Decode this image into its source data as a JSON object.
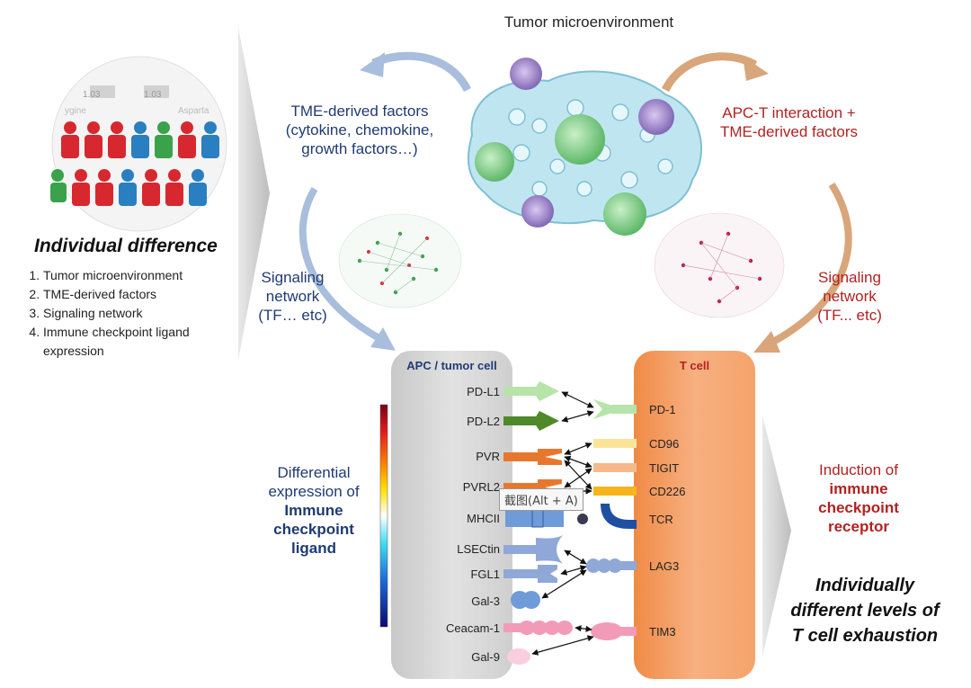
{
  "left_panel": {
    "title": "Individual difference",
    "items": [
      "Tumor microenvironment",
      "TME-derived factors",
      "Signaling network",
      "Immune checkpoint ligand expression"
    ],
    "badge_a": "1.03",
    "badge_b": "1.03",
    "faded_text_a": "ygine",
    "faded_text_b": "Asparta"
  },
  "top": {
    "tme_title": "Tumor microenvironment",
    "tme_factors": "TME-derived factors (cytokine, chemokine, growth factors…)",
    "apc_t": "APC-T interaction + TME-derived factors",
    "signaling_left": "Signaling network (TF… etc)",
    "signaling_right": "Signaling network (TF... etc)"
  },
  "cells": {
    "apc_title": "APC / tumor cell",
    "tcell_title": "T cell",
    "ligands": [
      "PD-L1",
      "PD-L2",
      "PVR",
      "PVRL2",
      "MHCII",
      "LSECtin",
      "FGL1",
      "Gal-3",
      "Ceacam-1",
      "Gal-9"
    ],
    "receptors": [
      "PD-1",
      "CD96",
      "TIGIT",
      "CD226",
      "TCR",
      "LAG3",
      "TIM3"
    ]
  },
  "left_middle": {
    "line1": "Differential",
    "line2": "expression of",
    "line3": "Immune",
    "line4": "checkpoint",
    "line5": "ligand"
  },
  "right_middle": {
    "line1": "Induction of",
    "line2": "immune",
    "line3": "checkpoint",
    "line4": "receptor"
  },
  "conclusion": {
    "line1": "Individually",
    "line2": "different levels of",
    "line3": "T cell exhaustion"
  },
  "tooltip": "截图(Alt + A)",
  "colors": {
    "navy": "#1f3b73",
    "darkred": "#b22222",
    "apc_fill": "#d6d6d6",
    "tcell_fill": "#f5a46b",
    "arrow_blue": "#9fb6d8",
    "arrow_tan": "#d9a57a"
  }
}
